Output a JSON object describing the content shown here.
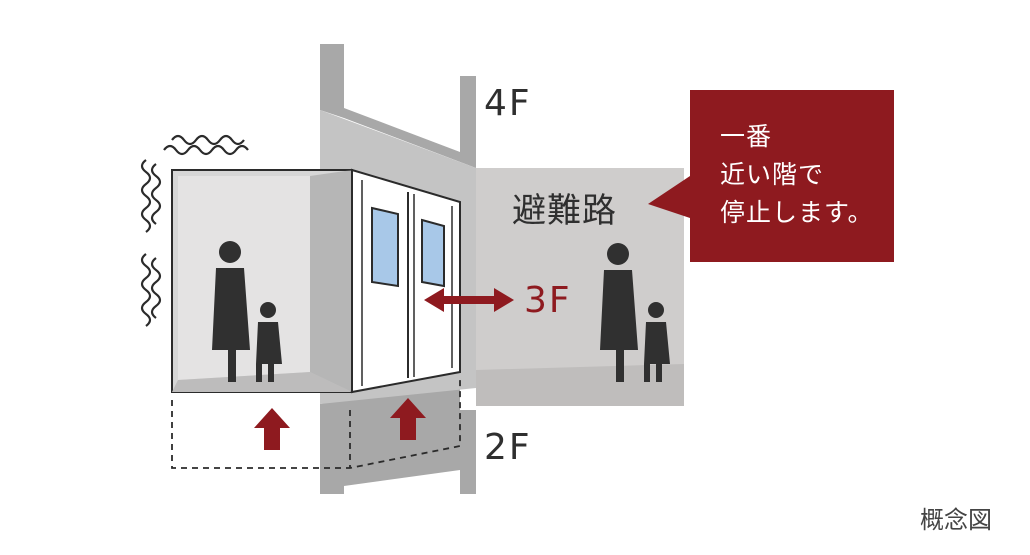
{
  "floors": {
    "upper": "4F",
    "middle": "3F",
    "lower": "2F"
  },
  "evacuation_route_label": "避難路",
  "callout": {
    "lines": [
      "一番",
      "近い階で",
      "停止します。"
    ]
  },
  "caption": "概念図",
  "colors": {
    "accent": "#8e1a1f",
    "wall": "#a9a9a9",
    "cabin_floor": "#d9d8d8",
    "silhouette": "#303030",
    "text": "#2f2f2f"
  },
  "icons": [
    "shaking-wave-icon",
    "up-arrow-icon",
    "double-arrow-icon",
    "person-silhouette-icon",
    "child-silhouette-icon"
  ]
}
